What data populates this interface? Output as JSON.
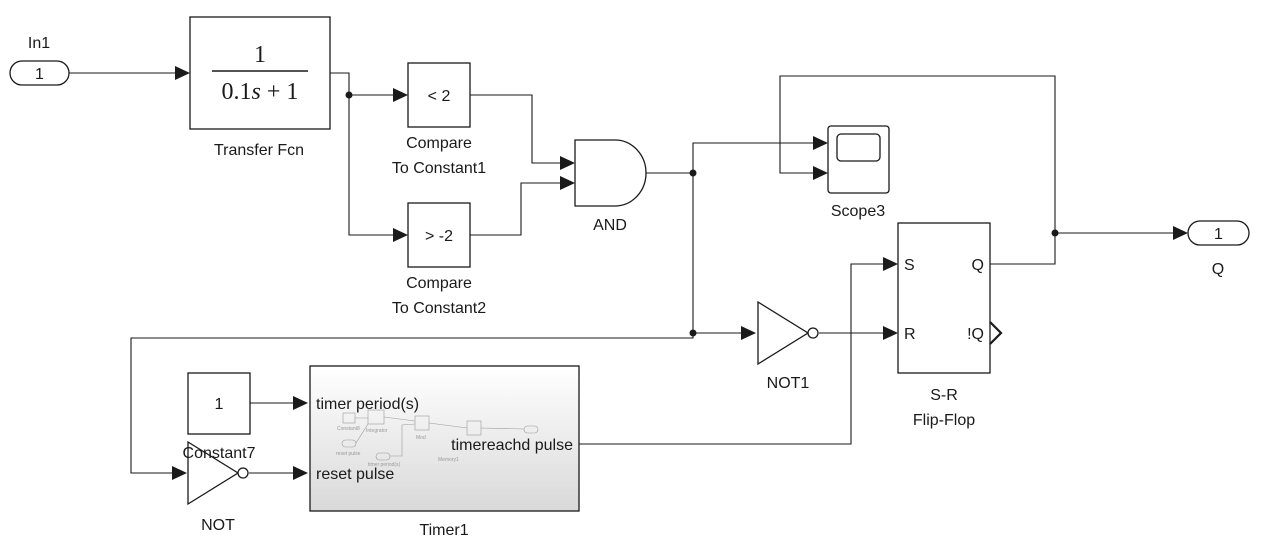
{
  "in1": {
    "name": "In1",
    "port": "1"
  },
  "tf": {
    "num": "1",
    "den_a": "0.1",
    "den_s": "s",
    "den_b": " + 1",
    "name": "Transfer Fcn"
  },
  "cmp1": {
    "expr": "< 2",
    "name_l1": "Compare",
    "name_l2": "To Constant1"
  },
  "cmp2": {
    "expr": "> -2",
    "name_l1": "Compare",
    "name_l2": "To Constant2"
  },
  "and": {
    "name": "AND"
  },
  "scope": {
    "name": "Scope3"
  },
  "out": {
    "port": "1",
    "name": "Q"
  },
  "sr": {
    "s": "S",
    "r": "R",
    "q": "Q",
    "nq": "!Q",
    "name_l1": "S-R",
    "name_l2": "Flip-Flop"
  },
  "not1": {
    "name": "NOT1"
  },
  "notb": {
    "name": "NOT"
  },
  "const": {
    "value": "1",
    "name": "Constant7"
  },
  "timer": {
    "in1": "timer period(s)",
    "in2": "reset pulse",
    "out1": "timereachd pulse",
    "name": "Timer1",
    "mini": {
      "constant": "Constant8",
      "integrator": "Integrator",
      "mod": "Mod",
      "memory": "Memory1",
      "reset": "reset pulse",
      "period": "timer period(s)"
    }
  },
  "colors": {
    "line": "#1a1a1a",
    "block_bg": "#ffffff",
    "subsystem_top": "#ffffff",
    "subsystem_bottom": "#dcdcdc"
  }
}
